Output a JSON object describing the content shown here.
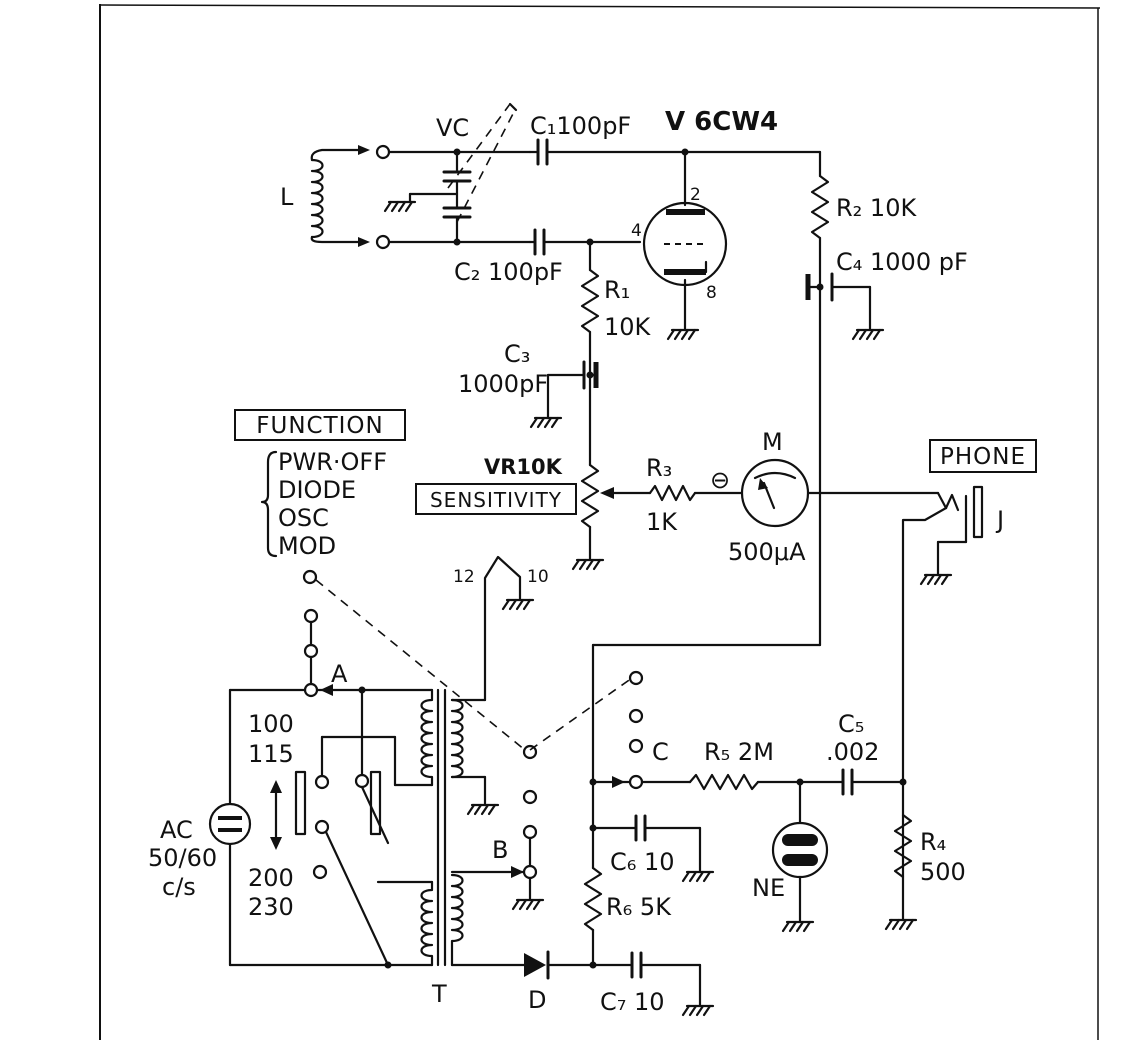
{
  "labels": {
    "vc": "VC",
    "c1": "C₁100pF",
    "tube": "V 6CW4",
    "L": "L",
    "r2": "R₂ 10K",
    "c4": "C₄ 1000 pF",
    "c2": "C₂ 100pF",
    "r1_name": "R₁",
    "r1_val": "10K",
    "c3_name": "C₃",
    "c3_val": "1000pF",
    "pin2": "2",
    "pin4": "4",
    "pin8": "8",
    "vr": "VR10K",
    "r3_name": "R₃",
    "r3_val": "1K",
    "meter": "M",
    "meter_minus": "⊖",
    "meter_val": "500μA",
    "jack": "J",
    "pin12": "12",
    "pin10": "10",
    "switch_a": "A",
    "tap_100": "100",
    "tap_115": "115",
    "tap_200": "200",
    "tap_230": "230",
    "ac": "AC",
    "ac_freq": "50/60",
    "ac_unit": "c/s",
    "switch_b": "B",
    "switch_c": "C",
    "r5": "R₅ 2M",
    "c5_name": "C₅",
    "c5_val": ".002",
    "c6": "C₆ 10",
    "r6": "R₆ 5K",
    "ne": "NE",
    "r4_name": "R₄",
    "r4_val": "500",
    "transformer": "T",
    "diode": "D",
    "c7": "C₇ 10"
  },
  "function_box": {
    "title": "FUNCTION",
    "options": [
      "PWR·OFF",
      "DIODE",
      "OSC",
      "MOD"
    ]
  },
  "sensitivity_box": "SENSITIVITY",
  "phone_box": "PHONE"
}
